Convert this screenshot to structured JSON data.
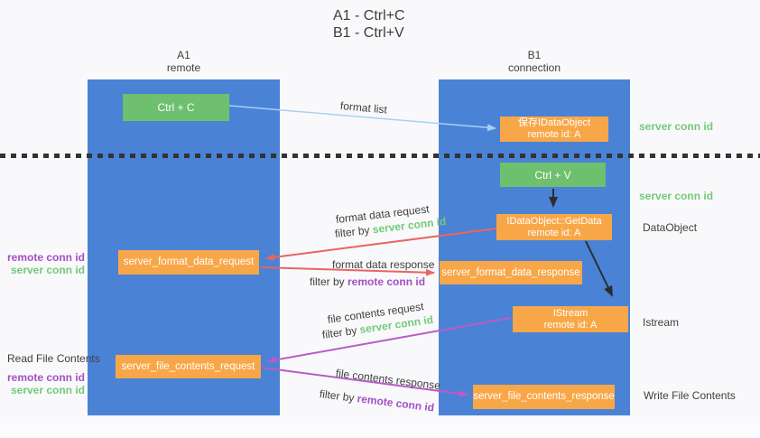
{
  "title": {
    "line1": "A1 - Ctrl+C",
    "line2": "B1 - Ctrl+V"
  },
  "columns": {
    "a1": {
      "name": "A1",
      "subtitle": "remote"
    },
    "b1": {
      "name": "B1",
      "subtitle": "connection"
    }
  },
  "nodes": {
    "ctrl_c": {
      "label": "Ctrl + C"
    },
    "save_idataobject": {
      "line1": "保存IDataObject",
      "line2": "remote id: A"
    },
    "ctrl_v": {
      "label": "Ctrl + V"
    },
    "getdata": {
      "line1": "IDataObject::GetData",
      "line2": "remote id: A"
    },
    "format_request": {
      "label": "server_format_data_request"
    },
    "format_response": {
      "label": "server_format_data_response"
    },
    "istream": {
      "line1": "IStream",
      "line2": "remote id: A"
    },
    "file_request": {
      "label": "server_file_contents_request"
    },
    "file_response": {
      "label": "server_file_contents_response"
    }
  },
  "arrows": {
    "format_list": {
      "label": "format list"
    },
    "format_data_request": {
      "label": "format data request",
      "filter_prefix": "filter by ",
      "filter_key": "server conn id"
    },
    "format_data_response": {
      "label": "format data response",
      "filter_prefix": "filter by ",
      "filter_key": "remote conn id"
    },
    "file_contents_request": {
      "label": "file contents request",
      "filter_prefix": "filter by ",
      "filter_key": "server conn id"
    },
    "file_contents_response": {
      "label": "file contents response",
      "filter_prefix": "filter by ",
      "filter_key": "remote conn id"
    }
  },
  "side_labels": {
    "right_conn_top": "server conn id",
    "right_conn_mid": "server conn id",
    "dataobject": "DataObject",
    "istream": "Istream",
    "write_file": "Write File Contents",
    "read_file": "Read File Contents",
    "left_mid": {
      "remote": "remote conn id",
      "server": "server conn id"
    },
    "left_bottom": {
      "remote": "remote conn id",
      "server": "server conn id"
    }
  },
  "colors": {
    "column_blue": "#4a82d6",
    "key_green": "#6ebf6e",
    "node_orange": "#f8a748",
    "arrow_lightblue": "#a6d2f0",
    "arrow_red": "#e96560",
    "arrow_purple": "#ba5cc8",
    "arrow_black": "#2d2d2d",
    "text_green": "#74c97a",
    "text_purple": "#a44fc4",
    "text_dark": "#404040"
  }
}
